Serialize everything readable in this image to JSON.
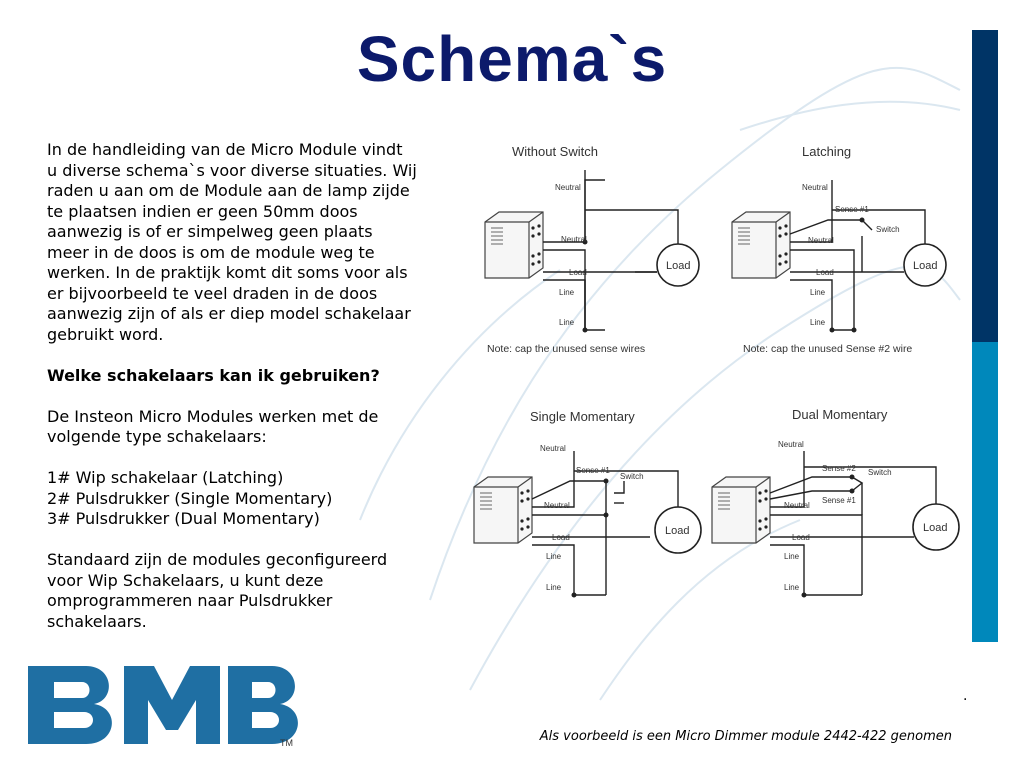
{
  "title": "Schema`s",
  "colors": {
    "title": "#0c1a6b",
    "bar_top": "#003466",
    "bar_bottom": "#0088bb",
    "logo": "#1f6fa3",
    "watermark": "#d8e6ef"
  },
  "intro": "In de handleiding van de Micro Module vindt u diverse schema`s voor diverse situaties. Wij raden u aan om de Module aan de lamp zijde te plaatsen indien er geen 50mm doos aanwezig is of er simpelweg geen plaats meer in de doos is om de module weg te werken. In de praktijk komt dit soms voor als er bijvoorbeeld te veel draden in de doos aanwezig zijn of als er diep model schakelaar gebruikt word.",
  "question": "Welke schakelaars kan ik gebruiken?",
  "types_intro": "De Insteon Micro Modules werken met de volgende type schakelaars:",
  "switch_types": [
    "1# Wip schakelaar (Latching)",
    "2# Pulsdrukker (Single Momentary)",
    "3# Pulsdrukker (Dual Momentary)"
  ],
  "default_note": "Standaard zijn de modules geconfigureerd voor Wip Schakelaars, u kunt deze omprogrammeren naar Pulsdrukker schakelaars.",
  "diagrams": {
    "without_switch": {
      "title": "Without Switch",
      "neutral_top": "Neutral",
      "neutral": "Neutral",
      "load_wire": "Load",
      "line1": "Line",
      "line2": "Line",
      "lamp": "Load",
      "note": "Note: cap the unused sense wires"
    },
    "latching": {
      "title": "Latching",
      "neutral_top": "Neutral",
      "sense1": "Sense #1",
      "switch": "Switch",
      "neutral": "Neutral",
      "load_wire": "Load",
      "line1": "Line",
      "line2": "Line",
      "lamp": "Load",
      "note": "Note: cap the unused Sense #2 wire"
    },
    "single_momentary": {
      "title": "Single Momentary",
      "neutral_top": "Neutral",
      "sense1": "Sense #1",
      "switch": "Switch",
      "neutral": "Neutral",
      "load_wire": "Load",
      "line1": "Line",
      "line2": "Line",
      "lamp": "Load"
    },
    "dual_momentary": {
      "title": "Dual Momentary",
      "neutral_top": "Neutral",
      "sense2": "Sense #2",
      "sense1": "Sense #1",
      "switch": "Switch",
      "neutral": "Neutral",
      "load_wire": "Load",
      "line1": "Line",
      "line2": "Line",
      "lamp": "Load"
    }
  },
  "logo_text": "BMB",
  "trademark": "TM",
  "dot": ".",
  "caption": "Als voorbeeld is een Micro Dimmer module 2442-422 genomen"
}
